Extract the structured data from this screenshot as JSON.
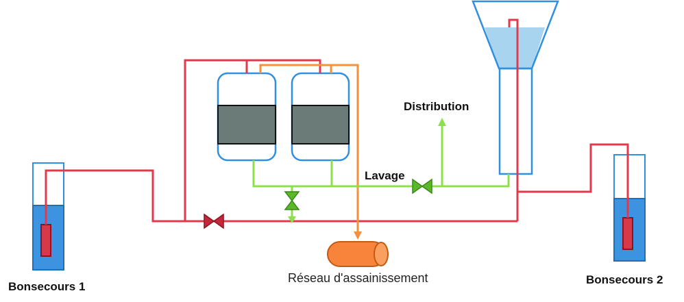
{
  "labels": {
    "well_1": "Bonsecours 1",
    "well_2": "Bonsecours 2",
    "distribution": "Distribution",
    "backwash": "Lavage",
    "sewer": "Réseau d'assainissement"
  },
  "colors": {
    "raw_water_pipe": "#e23a4c",
    "treated_water_pipe": "#8ee04a",
    "drain_pipe": "#f7903a",
    "tank_outline": "#2f8fe0",
    "water_fill": "#3c93e0",
    "tower_water": "#a8d4ef",
    "filter_media": "#6b7b78",
    "valve_red": "#c42838",
    "valve_green": "#5cb82a",
    "sewer_body": "#f7843a"
  }
}
